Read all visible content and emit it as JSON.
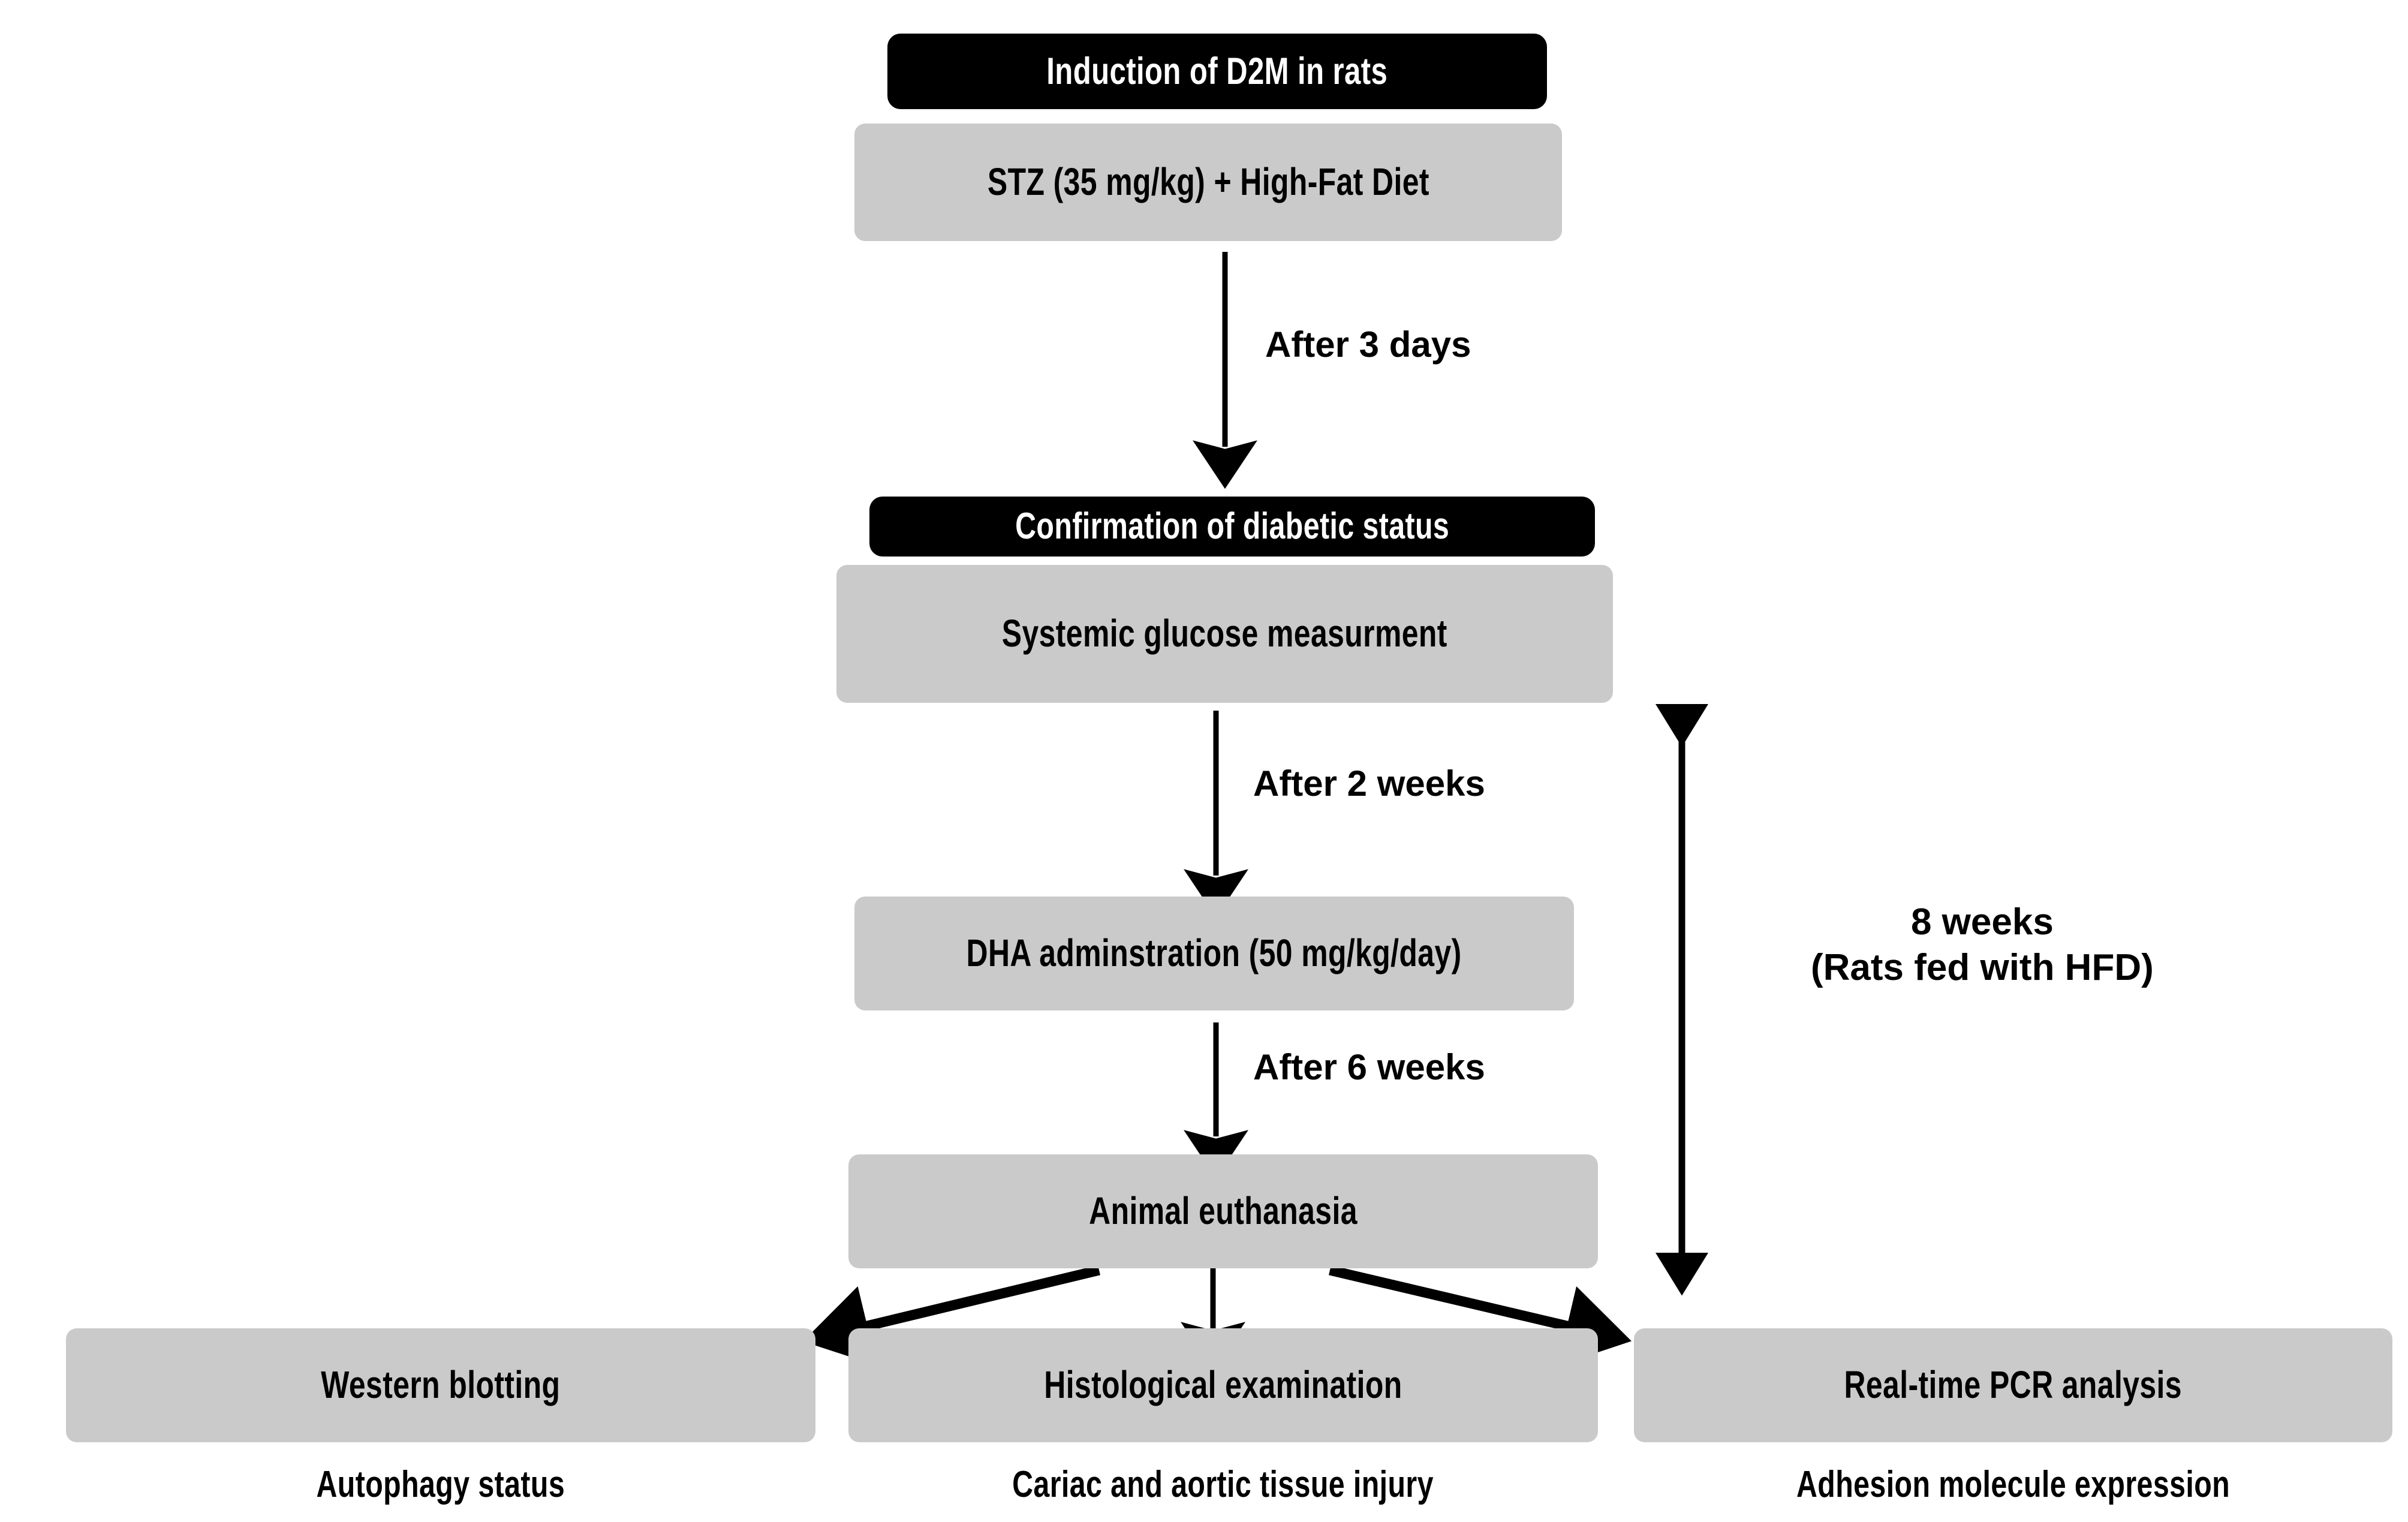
{
  "diagram": {
    "title": "Experimental design flowchart",
    "colors": {
      "header_box_bg": "#000000",
      "header_box_text": "#ffffff",
      "body_box_bg": "#cacaca",
      "body_box_text": "#000000",
      "arrow": "#000000",
      "canvas": "#ffffff"
    }
  },
  "nodes": {
    "induction_header": "Induction of D2M in rats",
    "induction_body": "STZ (35 mg/kg) + High-Fat Diet",
    "confirmation_header": "Confirmation of diabetic status",
    "confirmation_body": "Systemic glucose measurment",
    "dha_body": "DHA adminstration (50 mg/kg/day)",
    "euthanasia_body": "Animal euthanasia",
    "western_blotting": "Western blotting",
    "histological_examination": "Histological examination",
    "realtime_pcr": "Real-time PCR analysis"
  },
  "captions": {
    "western_blotting": "Autophagy status",
    "histological_examination": "Cariac and aortic tissue injury",
    "realtime_pcr": "Adhesion molecule expression"
  },
  "edge_labels": {
    "after_3_days": "After 3 days",
    "after_2_weeks": "After 2 weeks",
    "after_6_weeks": "After 6 weeks"
  },
  "side_bracket": {
    "line1": "8 weeks",
    "line2": "(Rats fed with HFD)"
  }
}
